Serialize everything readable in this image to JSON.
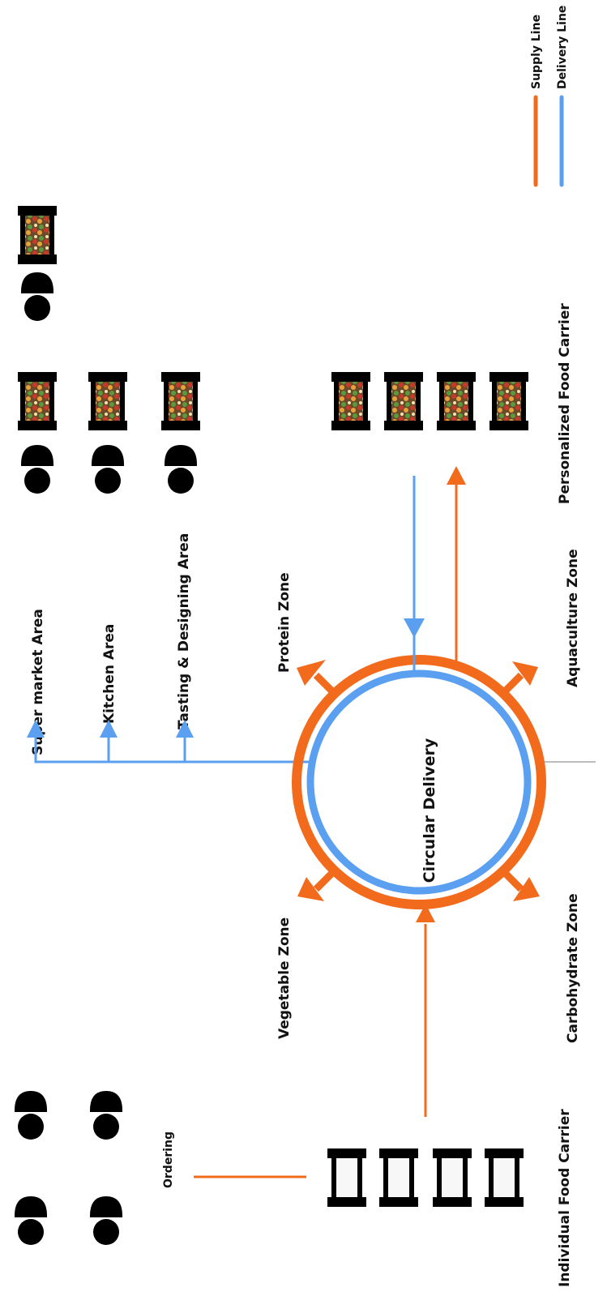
{
  "colors": {
    "supply": "#f26b1d",
    "delivery": "#5a9ff0",
    "ink": "#111111",
    "carrier_fill": "#f7f7f7"
  },
  "legend": {
    "supply_label": "Supply Line",
    "delivery_label": "Delivery Line"
  },
  "center_label": "Circular Delivery",
  "areas": {
    "supermarket": "Super market Area",
    "kitchen": "Kitchen Area",
    "tasting": "Tasting & Designing Area"
  },
  "zones": {
    "protein": "Protein Zone",
    "aquaculture": "Aquaculture Zone",
    "vegetable": "Vegetable Zone",
    "carbohydrate": "Carbohydrate Zone"
  },
  "labels": {
    "personalized_carrier": "Personalized Food Carrier",
    "individual_carrier": "Individual Food Carrier",
    "ordering": "Ordering"
  },
  "icons": {
    "person": "person-icon",
    "filled_carrier": "filled-food-carrier-icon",
    "empty_carrier": "empty-food-carrier-icon"
  }
}
